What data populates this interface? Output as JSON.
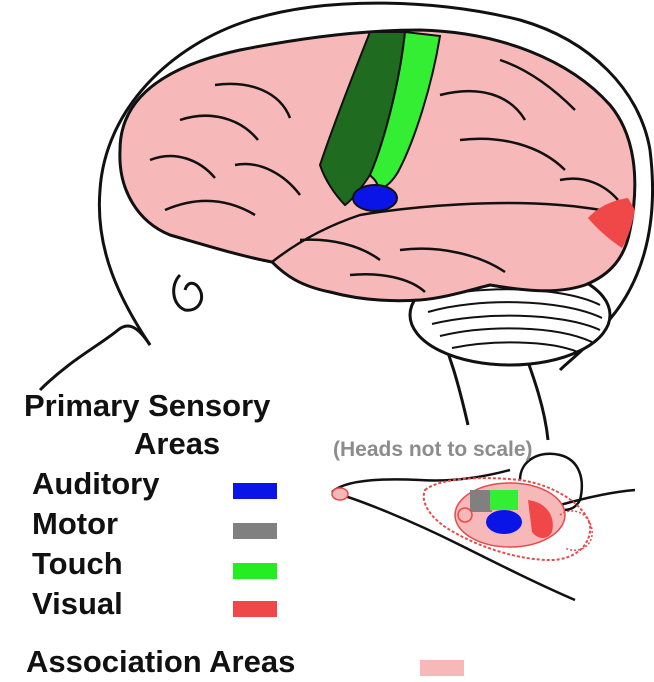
{
  "legend": {
    "title_line1": "Primary Sensory",
    "title_line2": "Areas",
    "items": [
      {
        "label": "Auditory",
        "color": "#0a14e6"
      },
      {
        "label": "Motor",
        "color": "#808080"
      },
      {
        "label": "Touch",
        "color": "#22ee22"
      },
      {
        "label": "Visual",
        "color": "#f04848"
      }
    ],
    "association_label": "Association Areas",
    "association_color": "#f6b8b8"
  },
  "note": "(Heads not to scale)",
  "colors": {
    "cortex": "#f6b8b8",
    "motor_dark": "#1f6b1f",
    "touch_light": "#33ee33",
    "auditory": "#0a14e6",
    "visual": "#f04848",
    "rat_outline": "#e64a4a",
    "rat_motor": "#808080"
  }
}
